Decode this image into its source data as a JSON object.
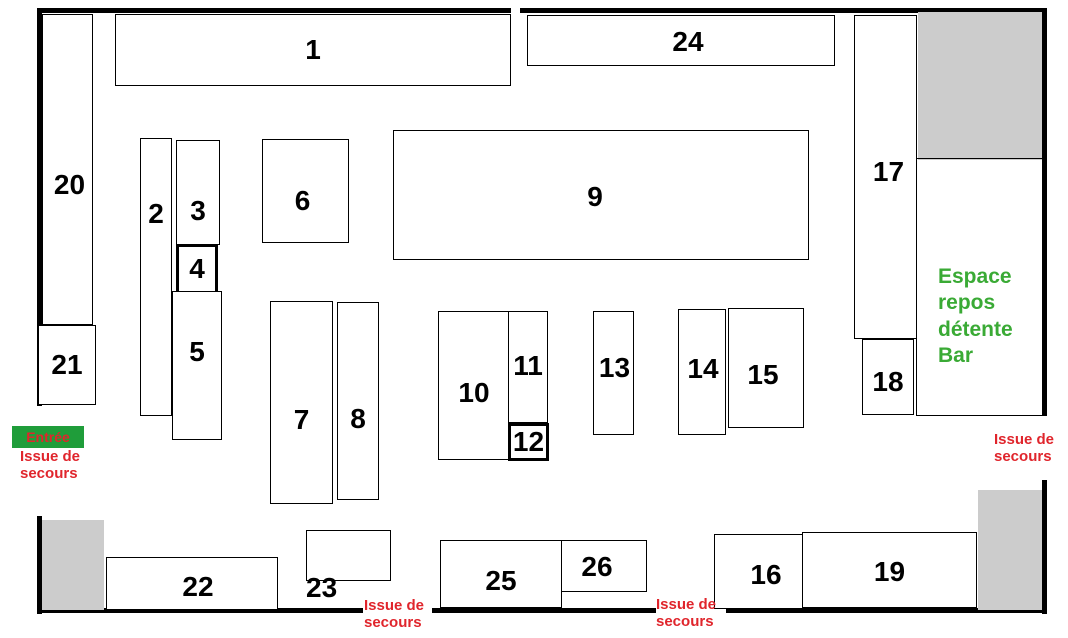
{
  "stands": [
    {
      "id": "1",
      "label": "1"
    },
    {
      "id": "2",
      "label": "2"
    },
    {
      "id": "3",
      "label": "3"
    },
    {
      "id": "4",
      "label": "4"
    },
    {
      "id": "5",
      "label": "5"
    },
    {
      "id": "6",
      "label": "6"
    },
    {
      "id": "7",
      "label": "7"
    },
    {
      "id": "8",
      "label": "8"
    },
    {
      "id": "9",
      "label": "9"
    },
    {
      "id": "10",
      "label": "10"
    },
    {
      "id": "11",
      "label": "11"
    },
    {
      "id": "12",
      "label": "12"
    },
    {
      "id": "13",
      "label": "13"
    },
    {
      "id": "14",
      "label": "14"
    },
    {
      "id": "15",
      "label": "15"
    },
    {
      "id": "16",
      "label": "16"
    },
    {
      "id": "17",
      "label": "17"
    },
    {
      "id": "18",
      "label": "18"
    },
    {
      "id": "19",
      "label": "19"
    },
    {
      "id": "20",
      "label": "20"
    },
    {
      "id": "21",
      "label": "21"
    },
    {
      "id": "22",
      "label": "22"
    },
    {
      "id": "23",
      "label": "23"
    },
    {
      "id": "24",
      "label": "24"
    },
    {
      "id": "25",
      "label": "25"
    },
    {
      "id": "26",
      "label": "26"
    }
  ],
  "labels": {
    "entree": "Entrée",
    "exit_word1": "Issue de",
    "exit_word2": "secours",
    "rest_line1": "Espace",
    "rest_line2": "repos",
    "rest_line3": "détente",
    "rest_line4": "Bar"
  },
  "colors": {
    "exit_text": "#e0252c",
    "rest_text": "#3aaa35",
    "entree_bg": "#1f9d3a",
    "reserved_area": "#cccccc",
    "wall": "#000000"
  }
}
